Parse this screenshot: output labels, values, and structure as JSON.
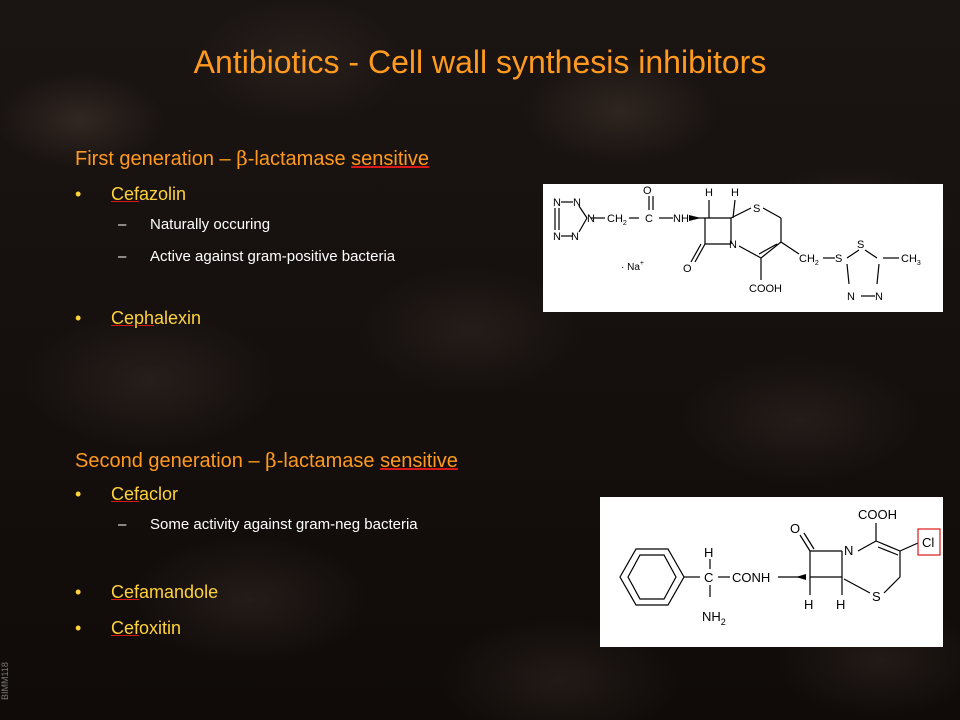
{
  "title": "Antibiotics - Cell wall synthesis inhibitors",
  "section1": {
    "heading_prefix": "First generation – ",
    "beta": "β",
    "heading_mid": "-lactamase ",
    "heading_u": "sensitive",
    "items": [
      {
        "hl": "Cef",
        "rest": "azolin",
        "subs": [
          "Naturally occuring",
          "Active against gram-positive bacteria"
        ]
      },
      {
        "hl": "Ceph",
        "rest": "alexin",
        "subs": []
      }
    ]
  },
  "section2": {
    "heading_prefix": "Second generation – ",
    "beta": "β",
    "heading_mid": "-lactamase ",
    "heading_u": "sensitive",
    "items": [
      {
        "hl": "Cef",
        "rest": "aclor",
        "subs": [
          "Some activity against gram-neg bacteria"
        ]
      },
      {
        "hl": "Cef",
        "rest": "amandole",
        "subs": []
      },
      {
        "hl": "Cef",
        "rest": "oxitin",
        "subs": []
      }
    ]
  },
  "bullet_char": "•",
  "dash_char": "–",
  "structure1": {
    "H1": "H",
    "H2": "H",
    "N": "N",
    "O": "O",
    "NH": "NH",
    "S": "S",
    "CH2_1": "CH",
    "sub2": "2",
    "C": "C",
    "COOH": "COOH",
    "Na": "· Na",
    "plus": "+",
    "CH2_2": "CH",
    "S2": "S",
    "S3": "S",
    "CH3": "CH",
    "sub3": "3",
    "N2": "N",
    "N3": "N",
    "N4": "N"
  },
  "structure2": {
    "COOH": "COOH",
    "O": "O",
    "N": "N",
    "Cl": "Cl",
    "H_top": "H",
    "C": "C",
    "CONH": "CONH",
    "NH2": "NH",
    "sub2": "2",
    "H3": "H",
    "H4": "H",
    "S": "S"
  },
  "side_code": "BIMM118",
  "colors": {
    "accent": "#ff9a1e",
    "yellow": "#ffd23a",
    "underline": "#d81818",
    "white": "#ffffff"
  }
}
